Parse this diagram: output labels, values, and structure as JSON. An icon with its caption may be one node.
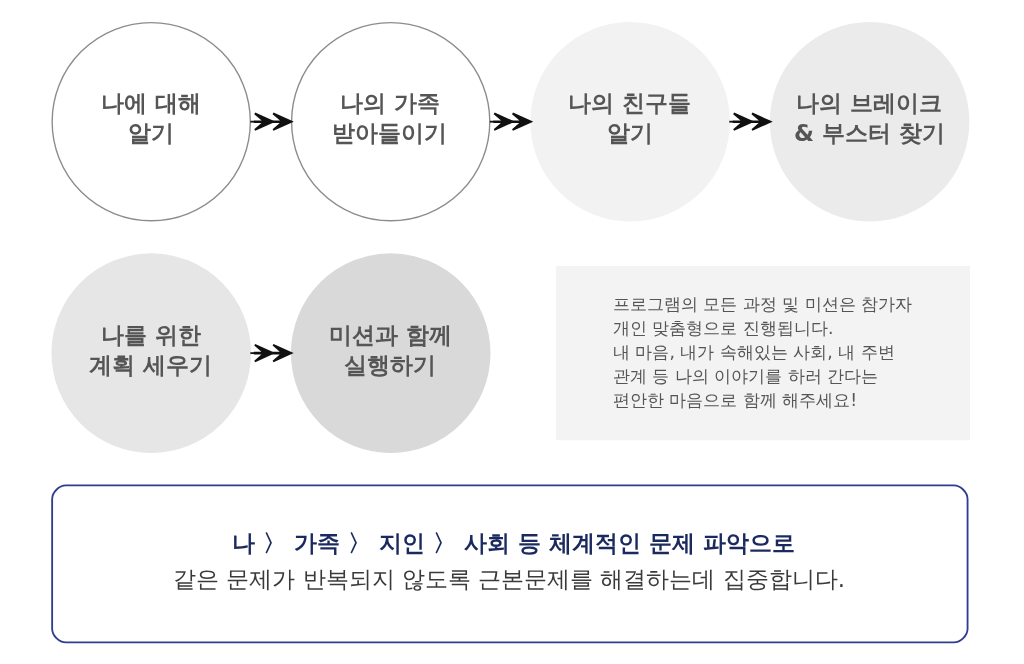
{
  "diagram": {
    "nodes": [
      {
        "text": [
          "나에 대해 알기"
        ]
      },
      {
        "text": [
          "나의 가족 받아들이기"
        ]
      },
      {
        "text": [
          "나의 친구들 알기"
        ]
      },
      {
        "text": [
          "나의 브레이크 & 부스터 찾기"
        ]
      },
      {
        "text": [
          "나를 위한 계획 세우기"
        ]
      },
      {
        "text": [
          "미션과 함께 실행하기"
        ]
      },
      {
        "text": [
          "프로그램의 모든 과정 및 미션은 참가자 개인 맞춤형으로 진행됩니다.",
          "내 마음, 내가 속해있는 사회, 내 주변 관계 등 나의 이야기를 하러 간다는 편안한 마음으로 함께 해주세요!"
        ]
      },
      {
        "text": [
          "나 〉 가족 〉 지인 〉 사회 등 체계적인 문제 파악으로 같은 문제가 반복되지 않도록 근본문제를 해결하는데 집중합니다."
        ]
      }
    ],
    "edges": [
      {
        "from": 0,
        "to": 1,
        "arrow": "to"
      },
      {
        "from": 1,
        "to": 2,
        "arrow": "to"
      },
      {
        "from": 2,
        "to": 3,
        "arrow": "to"
      },
      {
        "from": 4,
        "to": 5,
        "arrow": "to"
      }
    ]
  }
}
